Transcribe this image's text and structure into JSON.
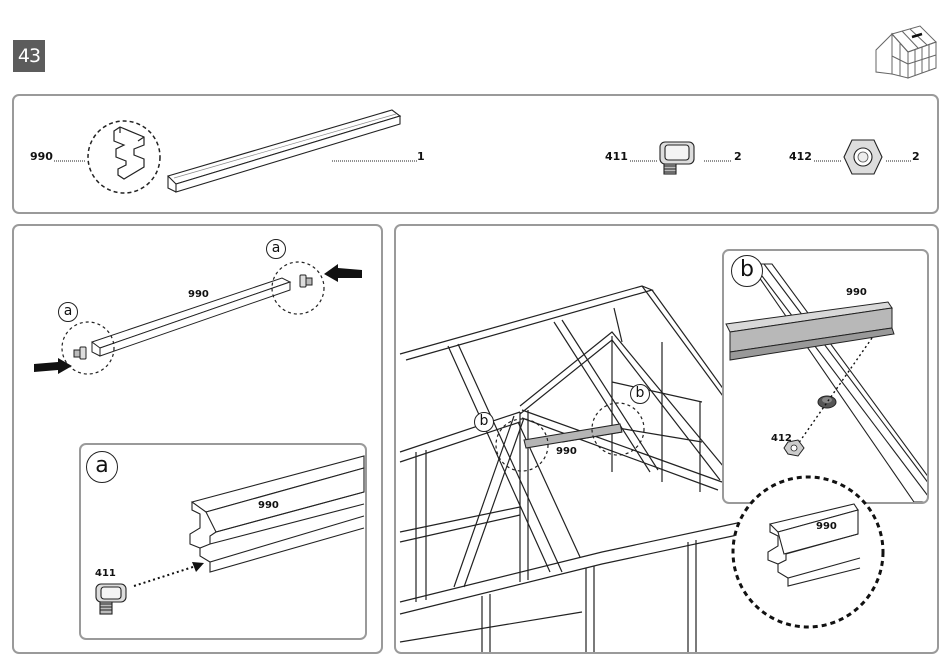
{
  "step": {
    "number": "43"
  },
  "parts_panel": {
    "profile": {
      "part_no": "990",
      "qty": "1"
    },
    "bolt": {
      "part_no": "411",
      "qty": "2"
    },
    "nut": {
      "part_no": "412",
      "qty": "2"
    }
  },
  "left_panel": {
    "profile_label": "990",
    "callout_left": "a",
    "callout_right": "a",
    "detail_a": {
      "callout": "a",
      "profile_label": "990",
      "bolt_label": "411"
    }
  },
  "right_panel": {
    "callout_b_left": "b",
    "callout_b_right": "b",
    "profile_label": "990",
    "detail_b": {
      "callout": "b",
      "profile_label": "990",
      "nut_label": "412"
    },
    "detail_zoom": {
      "profile_label": "990"
    }
  }
}
